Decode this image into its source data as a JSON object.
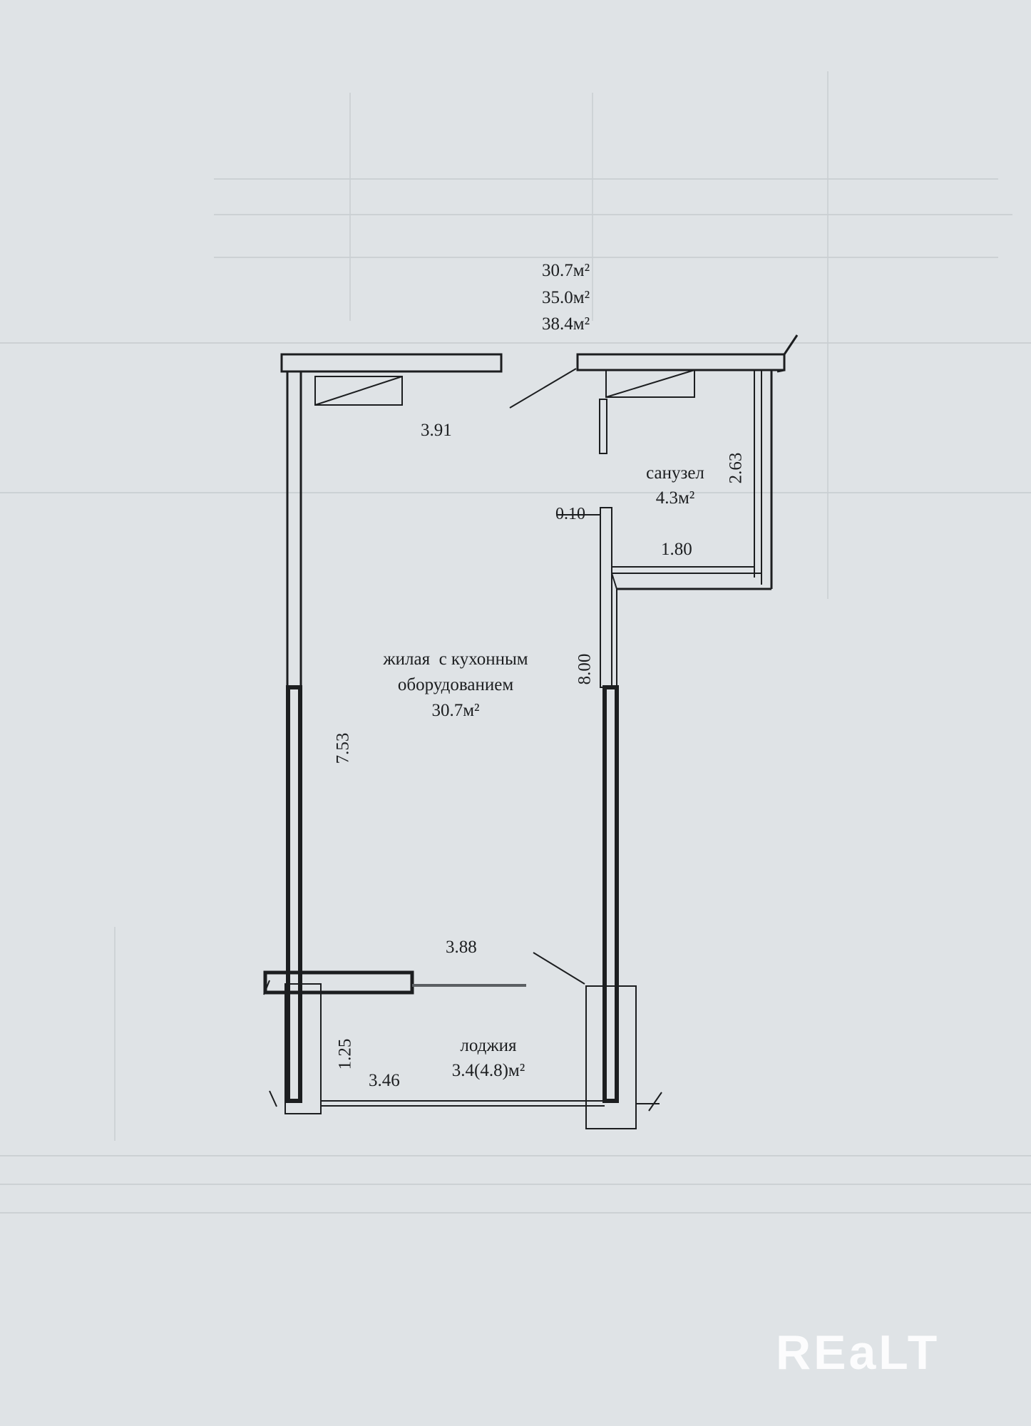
{
  "areas": {
    "living": "30.7м²",
    "total": "35.0м²",
    "total_with_loggia": "38.4м²"
  },
  "rooms": {
    "main": {
      "name_line1": "жилая  с кухонным",
      "name_line2": "оборудованием",
      "area": "30.7м²"
    },
    "bathroom": {
      "name": "санузел",
      "area": "4.3м²"
    },
    "loggia": {
      "name": "лоджия",
      "area": "3.4(4.8)м²"
    }
  },
  "dimensions": {
    "top_width": "3.91",
    "bath_height": "2.63",
    "wall_thickness": "0.10",
    "bath_width": "1.80",
    "right_length": "8.00",
    "left_length": "7.53",
    "bottom_width": "3.88",
    "loggia_depth": "1.25",
    "loggia_width": "3.46"
  },
  "watermark": "REaLT",
  "colors": {
    "ink": "#1c1e20",
    "paper": "#dfe3e6",
    "watermark": "#ffffff"
  }
}
